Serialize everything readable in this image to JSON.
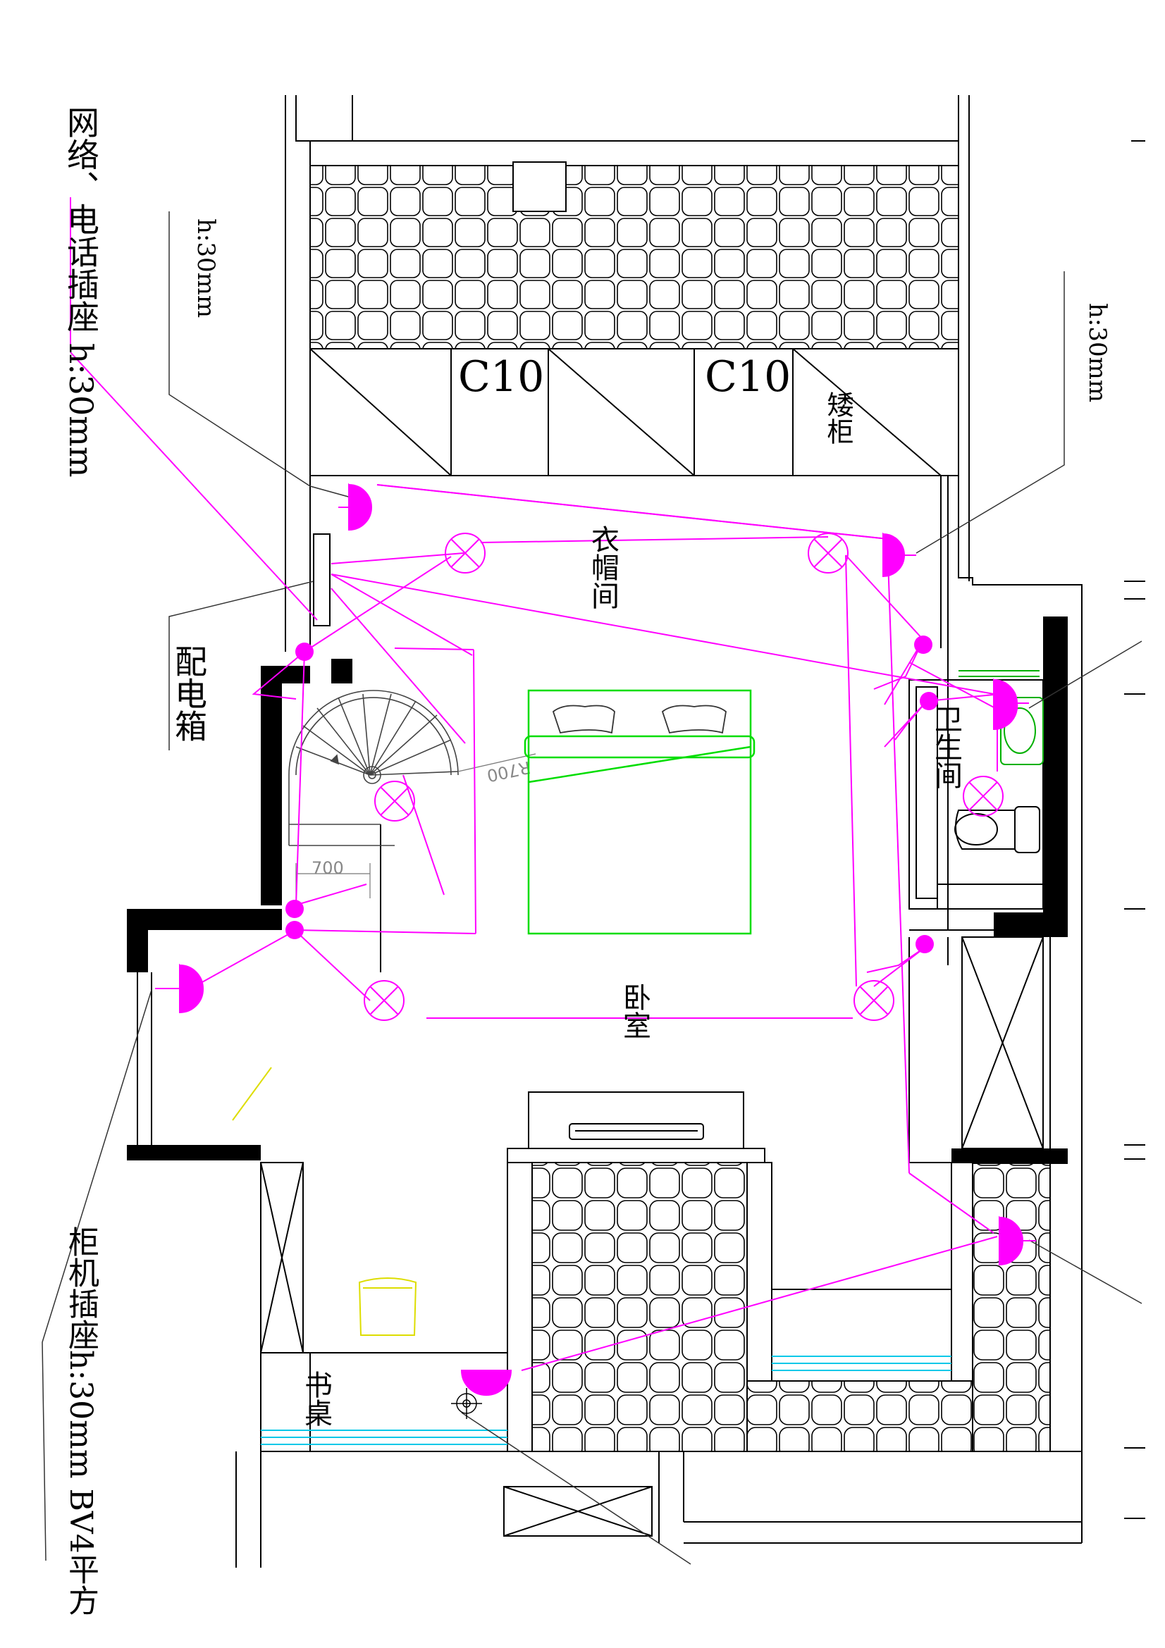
{
  "labels": {
    "network_phone_socket": "网络、电话插座 h:30mm",
    "height_a": "h:30mm",
    "height_b": "h:30mm",
    "distribution_box": "配电箱",
    "cloakroom": "衣帽间",
    "bathroom": "卫生间",
    "bedroom": "卧室",
    "low_cabinet": "矮柜",
    "c10_a": "C10",
    "c10_b": "C10",
    "ac_socket": "柜机插座h:30mm BV4平方",
    "desk": "书桌",
    "dim_700": "700",
    "dim_r700": "R700"
  },
  "colors": {
    "wire": "#ff00ff",
    "wall": "#000000",
    "bed": "#00dd00",
    "glass": "#00c8e8",
    "chair": "#e0e000",
    "stair": "#444444",
    "leader": "#333333"
  },
  "symbols": {
    "ceiling_light": "cross-circle-icon",
    "wall_socket": "half-disc-socket-icon",
    "switch": "filled-dot-switch-icon"
  }
}
